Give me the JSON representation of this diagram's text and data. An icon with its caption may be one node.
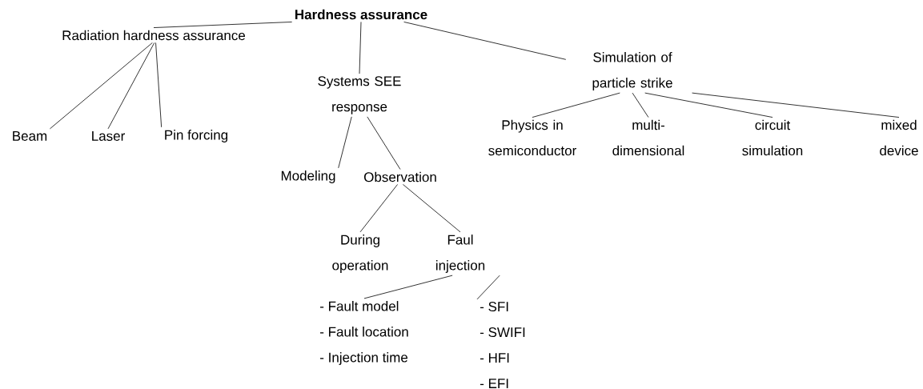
{
  "diagram": {
    "nodes": [
      {
        "text": [
          "Hardness assurance"
        ]
      },
      {
        "text": [
          "Radiation hardness assurance"
        ]
      },
      {
        "text": [
          "Systems SEE response"
        ]
      },
      {
        "text": [
          "Simulation of particle strike"
        ]
      },
      {
        "text": [
          "Beam"
        ]
      },
      {
        "text": [
          "Laser"
        ]
      },
      {
        "text": [
          "Pin forcing"
        ]
      },
      {
        "text": [
          "Modeling"
        ]
      },
      {
        "text": [
          "Observation"
        ]
      },
      {
        "text": [
          "During operation"
        ]
      },
      {
        "text": [
          "Faul injection"
        ]
      },
      {
        "text": [
          "Physics in semiconductor"
        ]
      },
      {
        "text": [
          "multi- dimensional"
        ]
      },
      {
        "text": [
          "circuit simulation"
        ]
      },
      {
        "text": [
          "mixed device"
        ]
      },
      {
        "text": [
          "- Fault model",
          "- Fault location",
          "- Injection time"
        ]
      },
      {
        "text": [
          "- SFI",
          "- SWIFI",
          "- HFI",
          "- EFI"
        ]
      }
    ],
    "edges": [
      {
        "from": 0,
        "to": 1,
        "arrow": "none"
      },
      {
        "from": 0,
        "to": 2,
        "arrow": "none"
      },
      {
        "from": 0,
        "to": 3,
        "arrow": "none"
      },
      {
        "from": 1,
        "to": 4,
        "arrow": "none"
      },
      {
        "from": 1,
        "to": 5,
        "arrow": "none"
      },
      {
        "from": 1,
        "to": 6,
        "arrow": "none"
      },
      {
        "from": 2,
        "to": 7,
        "arrow": "none"
      },
      {
        "from": 2,
        "to": 8,
        "arrow": "none"
      },
      {
        "from": 8,
        "to": 9,
        "arrow": "none"
      },
      {
        "from": 8,
        "to": 10,
        "arrow": "none"
      },
      {
        "from": 10,
        "to": 15,
        "arrow": "none"
      },
      {
        "from": 10,
        "to": 16,
        "arrow": "none"
      },
      {
        "from": 3,
        "to": 11,
        "arrow": "none"
      },
      {
        "from": 3,
        "to": 12,
        "arrow": "none"
      },
      {
        "from": 3,
        "to": 13,
        "arrow": "none"
      },
      {
        "from": 3,
        "to": 14,
        "arrow": "none"
      }
    ]
  }
}
